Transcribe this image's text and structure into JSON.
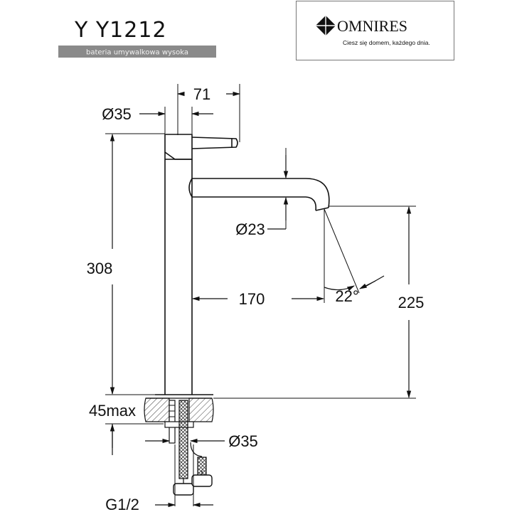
{
  "header": {
    "model": "Y Y1212",
    "description": "bateria umywalkowa wysoka"
  },
  "brand": {
    "name": "OMNIRES",
    "tagline": "Ciesz się domem, każdego dnia."
  },
  "dimensions": {
    "lever_reach": "71",
    "body_diameter": "Ø35",
    "spout_diameter": "Ø23",
    "total_height": "308",
    "spout_reach": "170",
    "spout_angle": "22°",
    "spout_height": "225",
    "max_counter_thickness": "45max",
    "base_diameter": "Ø35",
    "thread": "G1/2"
  },
  "colors": {
    "line": "#111111",
    "subtitle_bar": "#8a8a8a",
    "hatch": "#555555"
  }
}
